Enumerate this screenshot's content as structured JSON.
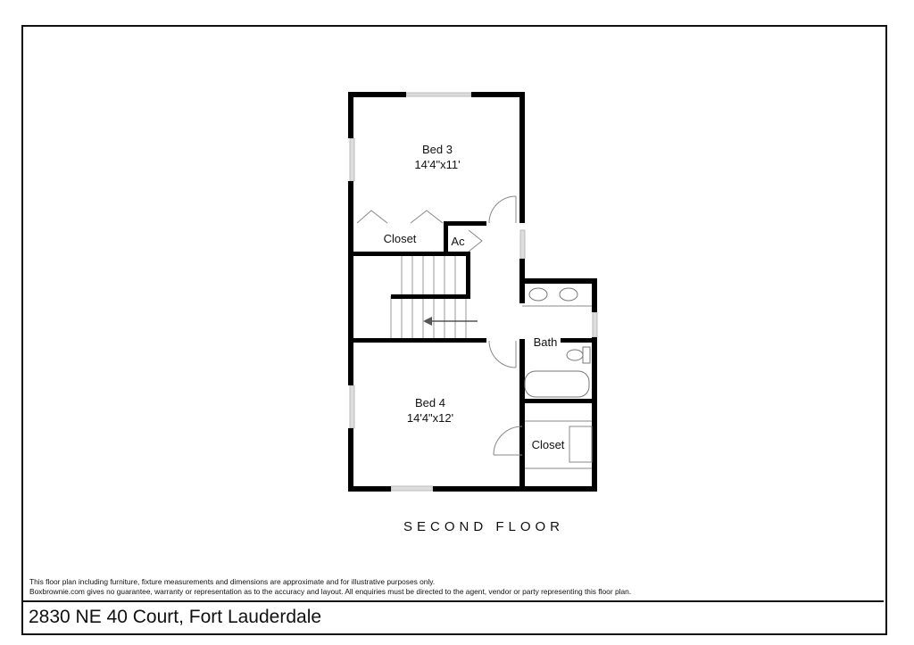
{
  "rooms": {
    "bed3": {
      "name": "Bed 3",
      "size": "14'4\"x11'"
    },
    "bed4": {
      "name": "Bed 4",
      "size": "14'4\"x12'"
    },
    "closet_upper": "Closet",
    "ac": "Ac",
    "bath": "Bath",
    "closet_lower": "Closet"
  },
  "floor_title": "SECOND FLOOR",
  "disclaimer": [
    "This floor plan including furniture, fixture measurements and dimensions are approximate and for illustrative purposes only.",
    "Boxbrownie.com gives no guarantee, warranty or representation as to the accuracy and layout. All enquiries must be directed to the agent, vendor or party representing this floor plan."
  ],
  "address": "2830 NE 40 Court, Fort Lauderdale"
}
